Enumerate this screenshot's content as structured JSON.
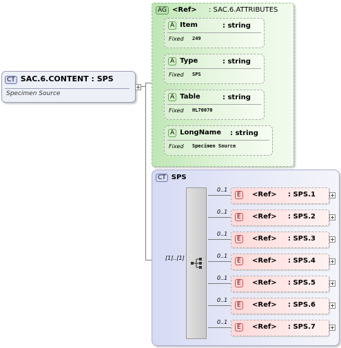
{
  "root": {
    "badge": "CT",
    "name": "SAC.6.CONTENT : SPS",
    "description": "Specimen Source"
  },
  "attribute_group": {
    "badge": "AG",
    "ref_label": "<Ref>",
    "name": ": SAC.6.ATTRIBUTES",
    "attributes": [
      {
        "badge": "A",
        "name": "Item",
        "type": ": string",
        "fixed_label": "Fixed",
        "fixed_value": "249"
      },
      {
        "badge": "A",
        "name": "Type",
        "type": ": string",
        "fixed_label": "Fixed",
        "fixed_value": "SPS"
      },
      {
        "badge": "A",
        "name": "Table",
        "type": ": string",
        "fixed_label": "Fixed",
        "fixed_value": "HL70070"
      },
      {
        "badge": "A",
        "name": "LongName",
        "type": ": string",
        "fixed_label": "Fixed",
        "fixed_value": "Specimen Source"
      }
    ]
  },
  "complex_type": {
    "badge": "CT",
    "name": "SPS",
    "sequence_multiplicity": "[1]..[1]",
    "elements": [
      {
        "badge": "E",
        "ref": "<Ref>",
        "name": ": SPS.1",
        "cardinality": "0..1"
      },
      {
        "badge": "E",
        "ref": "<Ref>",
        "name": ": SPS.2",
        "cardinality": "0..1"
      },
      {
        "badge": "E",
        "ref": "<Ref>",
        "name": ": SPS.3",
        "cardinality": "0..1"
      },
      {
        "badge": "E",
        "ref": "<Ref>",
        "name": ": SPS.4",
        "cardinality": "0..1"
      },
      {
        "badge": "E",
        "ref": "<Ref>",
        "name": ": SPS.5",
        "cardinality": "0..1"
      },
      {
        "badge": "E",
        "ref": "<Ref>",
        "name": ": SPS.6",
        "cardinality": "0..1"
      },
      {
        "badge": "E",
        "ref": "<Ref>",
        "name": ": SPS.7",
        "cardinality": "0..1"
      }
    ]
  },
  "icons": {
    "sequence": "sequence-compositor-icon",
    "expand": "plus-expander-icon"
  }
}
